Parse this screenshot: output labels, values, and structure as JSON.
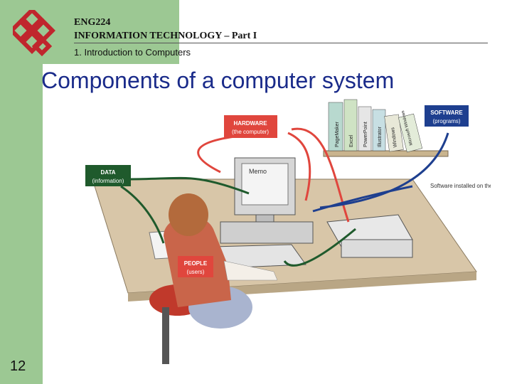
{
  "header": {
    "course_code": "ENG224",
    "course_title": "INFORMATION TECHNOLOGY – Part I",
    "chapter": "1. Introduction to Computers"
  },
  "slide": {
    "title": "Components of a computer system",
    "page_number": "12"
  },
  "figure": {
    "hardware_label": "HARDWARE",
    "hardware_sub": "(the computer)",
    "software_label": "SOFTWARE",
    "software_sub": "(programs)",
    "data_label": "DATA",
    "data_sub": "(information)",
    "people_label": "PEOPLE",
    "people_sub": "(users)",
    "software_installed": "Software installed on the computer",
    "monitor_text": "Memo",
    "books": [
      "PageMaker",
      "Excel",
      "PowerPoint",
      "Illustrator",
      "Windows",
      "Microsoft Windows"
    ]
  },
  "colors": {
    "sidebar": "#9cc893",
    "title": "#1a2b8a",
    "hardware": "#e0463d",
    "software": "#1e3f8f",
    "data": "#1f5a2c",
    "people": "#e0463d"
  }
}
